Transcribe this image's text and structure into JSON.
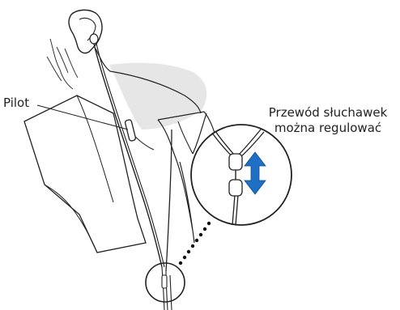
{
  "labels": {
    "remote": "Pilot",
    "adjustable_line1": "Przewód słuchawek",
    "adjustable_line2": "można regulować"
  },
  "colors": {
    "outline": "#2a2a2a",
    "shadow": "#e3e3e3",
    "arrow": "#1f6fc4",
    "dots": "#111111"
  }
}
